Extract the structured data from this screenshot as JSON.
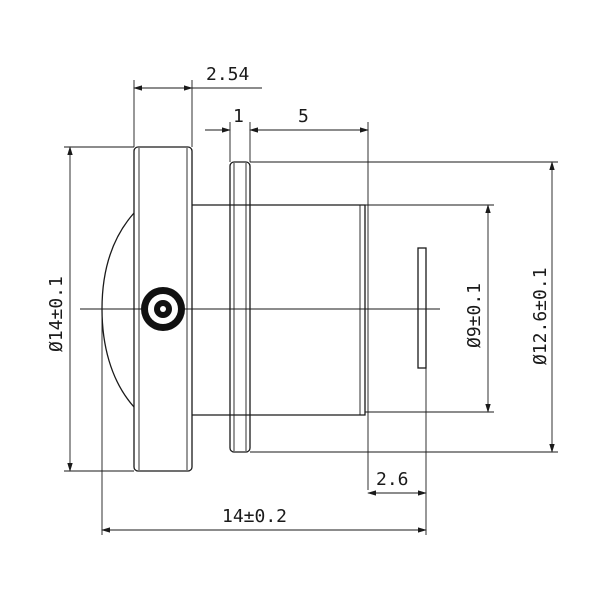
{
  "drawing": {
    "dim_flange_width": "2.54",
    "dim_ring_width": "1",
    "dim_barrel_length": "5",
    "dim_flange_diameter": "Ø14±0.1",
    "dim_barrel_diameter": "Ø9±0.1",
    "dim_ring_diameter": "Ø12.6±0.1",
    "dim_back_length": "2.6",
    "dim_total_length": "14±0.2"
  }
}
